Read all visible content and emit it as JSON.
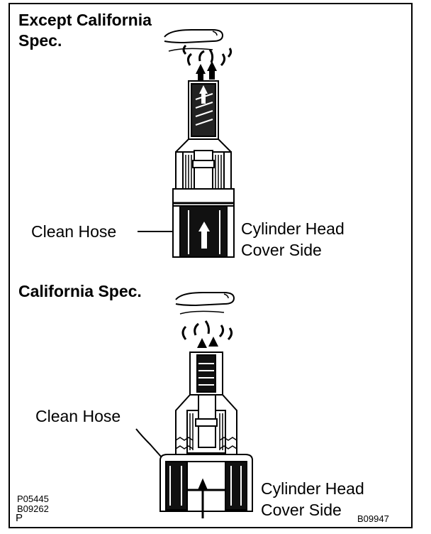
{
  "top_section": {
    "title_line1": "Except California",
    "title_line2": "Spec.",
    "hose_label": "Clean Hose",
    "side_label_line1": "Cylinder  Head",
    "side_label_line2": "Cover Side"
  },
  "bottom_section": {
    "title": "California Spec.",
    "hose_label": "Clean Hose",
    "side_label_line1": "Cylinder Head",
    "side_label_line2": "Cover Side"
  },
  "codes": {
    "left_line1": "P05445",
    "left_line2": "B09262",
    "left_line3": "P",
    "right": "B09947"
  }
}
